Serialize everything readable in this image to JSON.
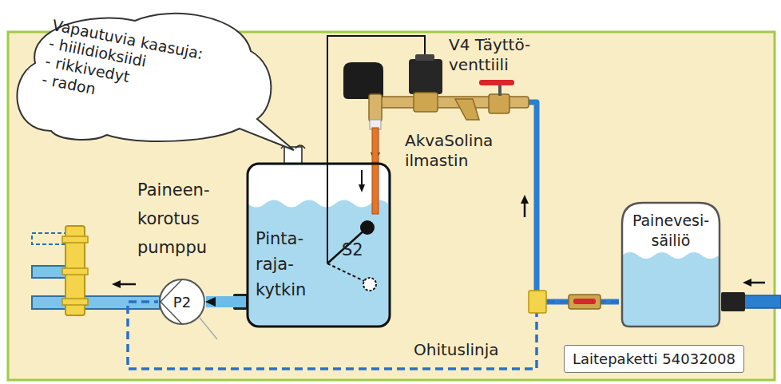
{
  "diagram": {
    "nodes": [
      {
        "text": [
          "Vapautuvia kaasuja:",
          "- hiilidioksiidi",
          "- rikkivedyt",
          "- radon"
        ]
      },
      {
        "text": [
          "P2"
        ]
      },
      {
        "text": [
          "Pinta- raja- kytkin",
          "S2"
        ]
      },
      {
        "text": [
          "Painevesi- säiliö"
        ]
      },
      {
        "text": [
          "Laitepaketti 54032008"
        ]
      }
    ],
    "edges": [
      {
        "from": 3,
        "to": 2,
        "arrow": "to"
      },
      {
        "from": 2,
        "to": 1,
        "arrow": "to"
      },
      {
        "from": 3,
        "to": 1,
        "label": "Ohituslinja",
        "arrow": "none"
      }
    ],
    "labels": [
      "V4 Täyttö- venttiili",
      "AkvaSolina ilmastin",
      "Paineen- korotus pumppu"
    ]
  }
}
